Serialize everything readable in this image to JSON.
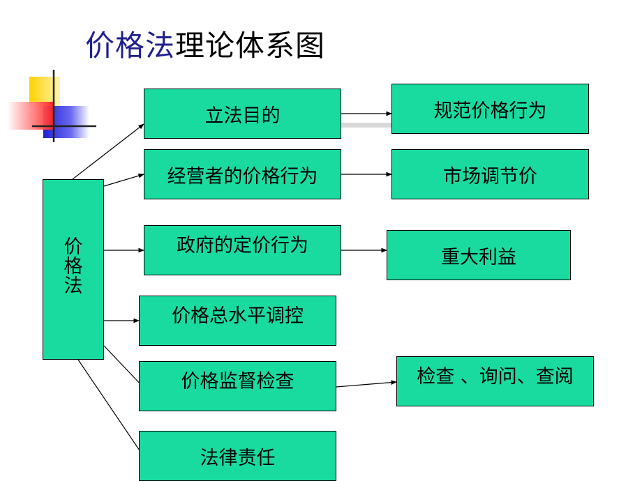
{
  "title": {
    "accent": "价格法",
    "rest": "理论体系图"
  },
  "colors": {
    "box_fill": "#19dba0",
    "title_accent": "#1f1f8f",
    "deco_yellow": "#ffd200",
    "deco_red": "#ff3b3b",
    "deco_blue": "#2a2ad8"
  },
  "root": {
    "chars": [
      "价",
      "格",
      "法"
    ]
  },
  "middle": [
    {
      "label": "立法目的"
    },
    {
      "label": "经营者的价格行为"
    },
    {
      "label": "政府的定价行为"
    },
    {
      "label": "价格总水平调控"
    },
    {
      "label": "价格监督检查"
    },
    {
      "label": "法律责任"
    }
  ],
  "right": [
    {
      "label": "规范价格行为"
    },
    {
      "label": "市场调节价"
    },
    {
      "label": "重大利益"
    },
    {
      "label": "检查 、询问、查阅"
    }
  ]
}
